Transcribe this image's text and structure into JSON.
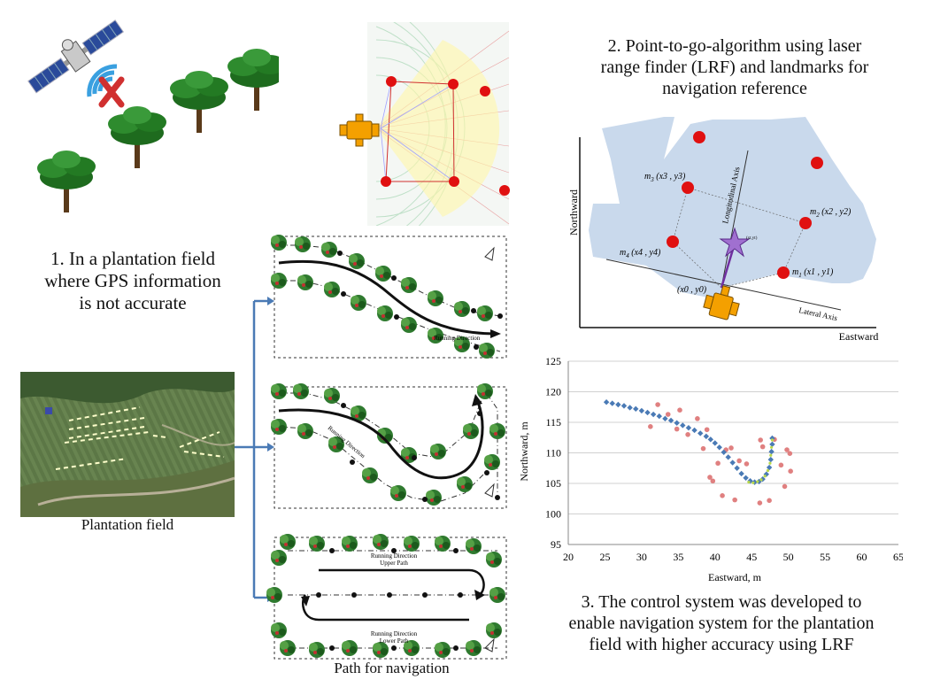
{
  "captions": {
    "step1": "1. In a plantation field where GPS information is not accurate",
    "step1_lines": [
      "1. In a plantation field",
      "where GPS information",
      "is not accurate"
    ],
    "step2_lines": [
      "2. Point-to-go-algorithm using laser",
      "range finder (LRF) and landmarks for",
      "navigation reference"
    ],
    "step3_lines": [
      "3. The control system was developed to",
      "enable navigation system for the plantation",
      "field with higher accuracy using LRF"
    ],
    "plantation_field": "Plantation field",
    "path_for_navigation": "Path for navigation"
  },
  "paths": {
    "running_direction": "Running Direction",
    "upper_path": "Upper Path",
    "lower_path": "Lower Path"
  },
  "lrf_diagram": {
    "y_axis_label": "Northward",
    "x_axis_label": "Eastward",
    "longitudinal_axis": "Longitudinal Axis",
    "lateral_axis": "Lateral Axis",
    "landmarks": [
      {
        "sym": "m",
        "sub": "3",
        "coords": " (x3 , y3)"
      },
      {
        "sym": "m",
        "sub": "2",
        "coords": " (x2 , y2)"
      },
      {
        "sym": "m",
        "sub": "4",
        "coords": " (x4 , y4)"
      },
      {
        "sym": "m",
        "sub": "1",
        "coords": " (x1 , y1)"
      }
    ],
    "origin": "(x0 , y0)",
    "target": "(xt,yt)"
  },
  "chart_data": {
    "type": "scatter",
    "xlabel": "Eastward, m",
    "ylabel": "Northward, m",
    "xlim": [
      20,
      65
    ],
    "ylim": [
      95,
      125
    ],
    "x_ticks": [
      20,
      25,
      30,
      35,
      40,
      45,
      50,
      55,
      60,
      65
    ],
    "y_ticks": [
      95,
      100,
      105,
      110,
      115,
      120,
      125
    ],
    "grid": true,
    "series": [
      {
        "marker": "diamond",
        "color": "#4a7ab5",
        "points": [
          [
            25.2,
            118.3
          ],
          [
            26.0,
            118.1
          ],
          [
            26.8,
            117.9
          ],
          [
            27.6,
            117.7
          ],
          [
            28.4,
            117.4
          ],
          [
            29.2,
            117.2
          ],
          [
            30.0,
            116.9
          ],
          [
            30.8,
            116.6
          ],
          [
            31.6,
            116.3
          ],
          [
            32.4,
            116.0
          ],
          [
            33.2,
            115.6
          ],
          [
            34.0,
            115.3
          ],
          [
            34.8,
            114.9
          ],
          [
            35.6,
            114.5
          ],
          [
            36.4,
            114.1
          ],
          [
            37.2,
            113.7
          ],
          [
            38.0,
            113.2
          ],
          [
            38.8,
            112.7
          ],
          [
            39.4,
            112.2
          ],
          [
            40.0,
            111.6
          ],
          [
            40.6,
            110.9
          ],
          [
            41.2,
            110.1
          ],
          [
            41.8,
            109.3
          ],
          [
            42.4,
            108.4
          ],
          [
            43.0,
            107.5
          ],
          [
            43.6,
            106.6
          ],
          [
            44.2,
            105.9
          ],
          [
            44.8,
            105.4
          ],
          [
            45.4,
            105.2
          ],
          [
            46.0,
            105.3
          ],
          [
            46.5,
            105.7
          ],
          [
            47.0,
            106.5
          ],
          [
            47.4,
            107.6
          ],
          [
            47.6,
            108.9
          ],
          [
            47.7,
            110.2
          ],
          [
            47.8,
            111.4
          ],
          [
            47.8,
            112.4
          ]
        ]
      },
      {
        "marker": "circle",
        "color": "#e08080",
        "points": [
          [
            31.2,
            114.3
          ],
          [
            32.2,
            117.9
          ],
          [
            33.6,
            116.3
          ],
          [
            34.8,
            113.9
          ],
          [
            35.2,
            117.0
          ],
          [
            36.3,
            113.0
          ],
          [
            37.6,
            115.6
          ],
          [
            38.4,
            110.7
          ],
          [
            38.9,
            113.8
          ],
          [
            39.3,
            106.0
          ],
          [
            39.7,
            105.4
          ],
          [
            40.4,
            108.3
          ],
          [
            41.0,
            103.0
          ],
          [
            41.5,
            110.5
          ],
          [
            42.2,
            110.8
          ],
          [
            42.7,
            102.3
          ],
          [
            43.3,
            108.7
          ],
          [
            44.3,
            108.2
          ],
          [
            46.1,
            101.8
          ],
          [
            46.2,
            112.1
          ],
          [
            46.5,
            111.0
          ],
          [
            47.4,
            102.2
          ],
          [
            48.1,
            112.2
          ],
          [
            49.0,
            108.0
          ],
          [
            49.5,
            104.5
          ],
          [
            49.8,
            110.5
          ],
          [
            50.2,
            109.9
          ],
          [
            50.3,
            107.0
          ]
        ]
      },
      {
        "marker": "dot",
        "color": "#b8d84a",
        "points": [
          [
            44.6,
            105.2
          ],
          [
            45.2,
            105.1
          ],
          [
            45.8,
            105.3
          ],
          [
            46.3,
            105.6
          ],
          [
            46.8,
            106.2
          ],
          [
            47.2,
            107.1
          ],
          [
            47.5,
            108.3
          ],
          [
            47.6,
            109.6
          ],
          [
            47.7,
            110.9
          ],
          [
            47.8,
            112.1
          ]
        ]
      }
    ]
  }
}
